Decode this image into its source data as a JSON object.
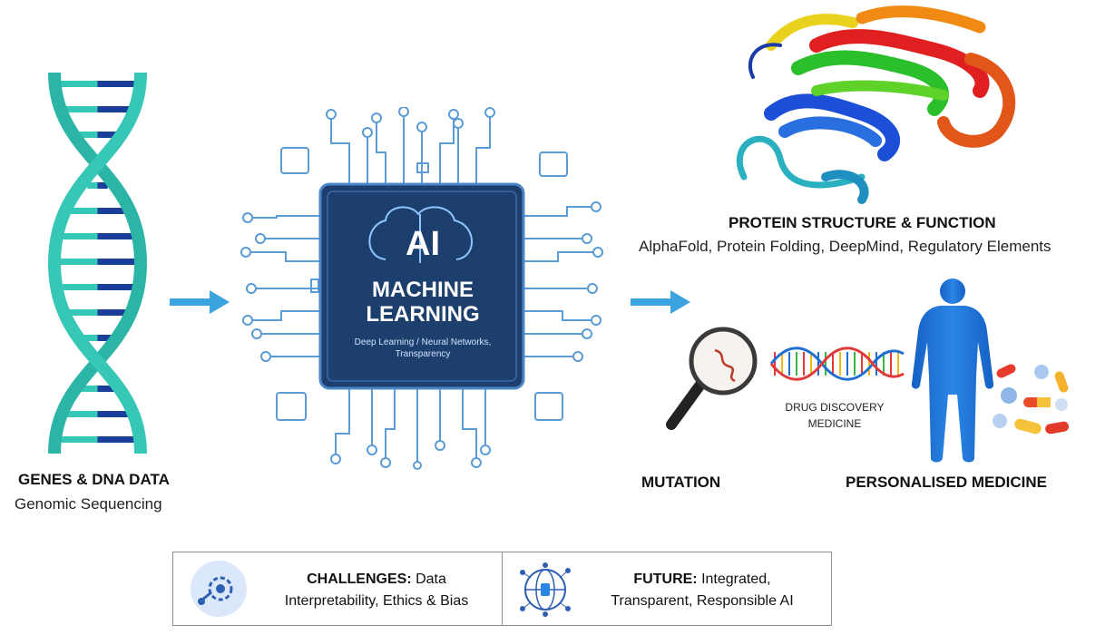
{
  "ai_chip": {
    "line1": "AI",
    "line2": "MACHINE",
    "line3": "LEARNING",
    "sub1": "Deep Learning / Neural Networks,",
    "sub2": "Transparency",
    "accent": "#1d3f6e"
  },
  "genes": {
    "title": "GENES & DNA DATA",
    "subtitle": "Genomic Sequencing",
    "strand_color": "#2bb5a6",
    "rung_color": "#1b3f99"
  },
  "protein": {
    "title": "PROTEIN STRUCTURE  & FUNCTION",
    "subtitle": "AlphaFold, Protein Folding, DeepMind, Regulatory Elements"
  },
  "drug_discovery": {
    "line1": "DRUG DISCOVERY",
    "line2": "MEDICINE"
  },
  "mutation": {
    "label": "MUTATION"
  },
  "personalised": {
    "label": "PERSONALISED MEDICINE",
    "figure_color": "#1e6fd0"
  },
  "challenges": {
    "heading": "CHALLENGES:",
    "text1": " Data",
    "text2": "Interpretability, Ethics & Bias"
  },
  "future": {
    "heading": "FUTURE:",
    "text1": " Integrated,",
    "text2": "Transparent, Responsible AI"
  },
  "arrow_color": "#3aa3e0"
}
